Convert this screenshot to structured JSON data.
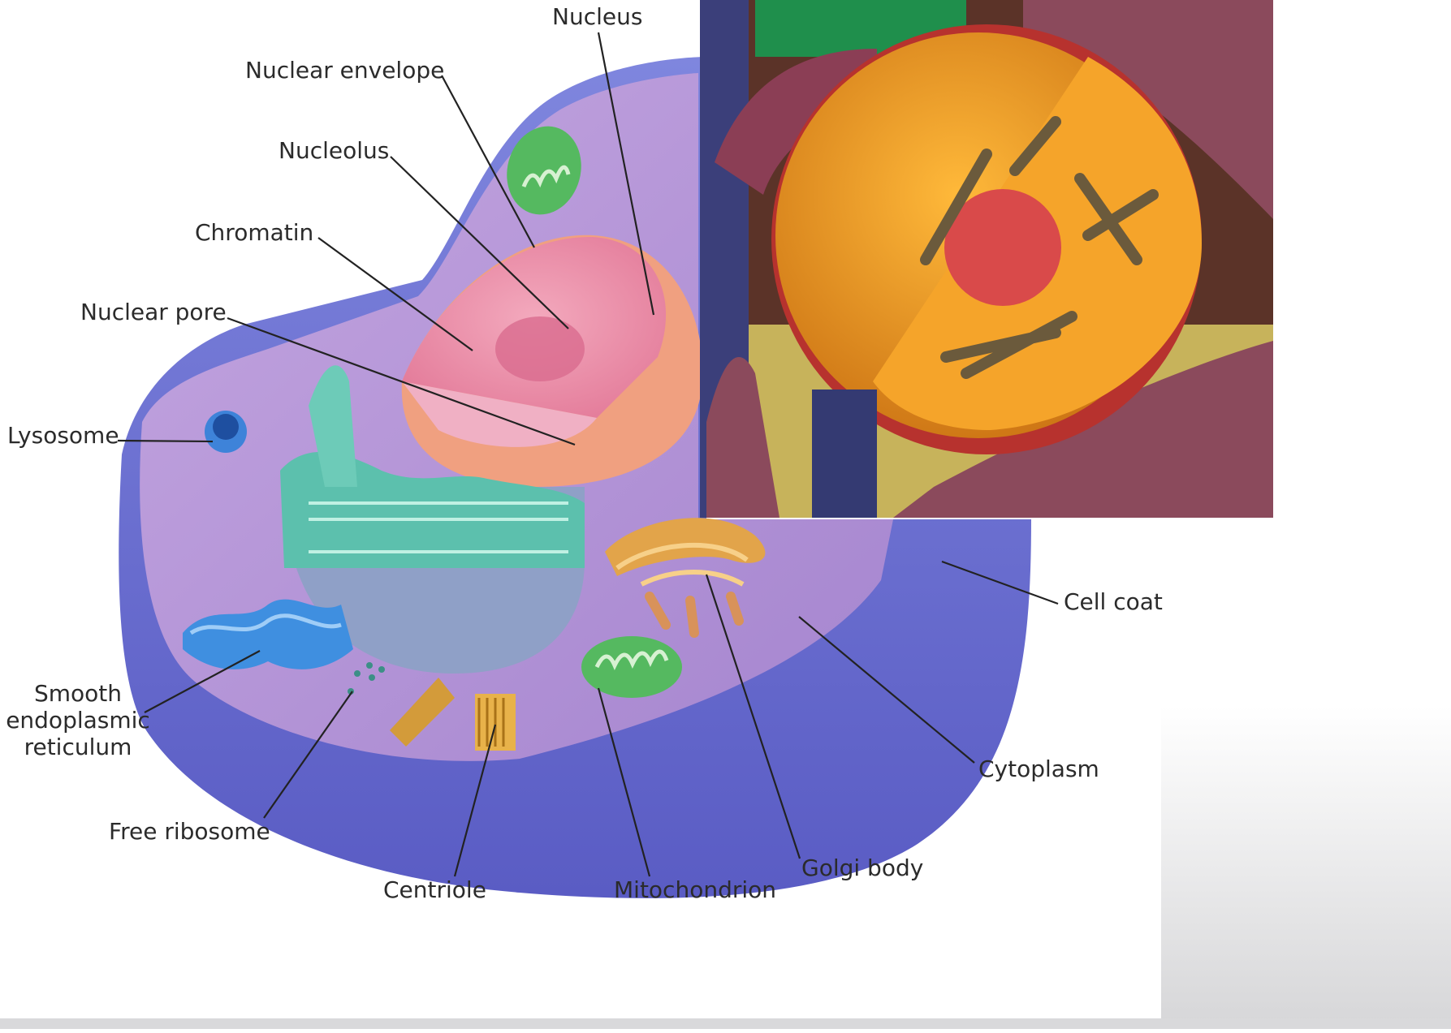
{
  "labels": {
    "nucleus": "Nucleus",
    "nuclear_envelope": "Nuclear envelope",
    "nucleolus": "Nucleolus",
    "chromatin": "Chromatin",
    "nuclear_pore": "Nuclear pore",
    "lysosome": "Lysosome",
    "smooth_er": "Smooth\nendoplasmic\nreticulum",
    "free_ribosome": "Free ribosome",
    "centriole": "Centriole",
    "mitochondrion": "Mitochondrion",
    "golgi_body": "Golgi body",
    "cytoplasm": "Cytoplasm",
    "cell_coat": "Cell coat"
  },
  "colors": {
    "cell_coat": "#6a6fd2",
    "cytoplasm": "#b596d6",
    "nucleus_pink": "#e98aa6",
    "rough_er": "#5cc0ad",
    "smooth_er": "#3f8fe0",
    "mitochondrion": "#6cc46f",
    "golgi": "#e2a44a",
    "render_orange": "#f2a22a",
    "render_nucleolus": "#d94a4a",
    "leader_line": "#222222"
  }
}
